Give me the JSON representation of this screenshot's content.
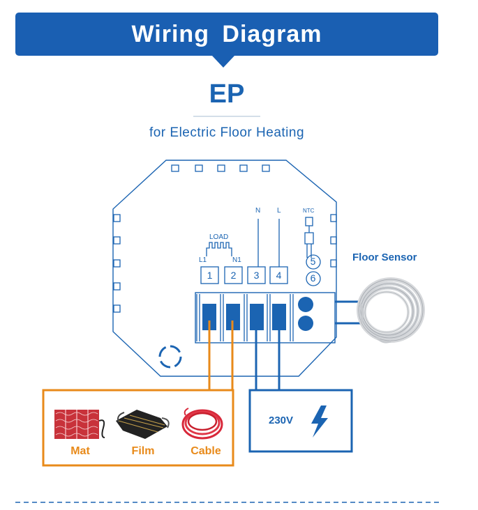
{
  "header": {
    "title": "Wiring Diagram"
  },
  "model": {
    "name": "EP",
    "subtitle": "for Electric Floor Heating"
  },
  "terminals": {
    "load_label": "LOAD",
    "l1": "L1",
    "n1": "N1",
    "n": "N",
    "l": "L",
    "ntc": "NTC",
    "numbers": [
      "1",
      "2",
      "3",
      "4",
      "5",
      "6"
    ]
  },
  "sensor": {
    "label": "Floor Sensor"
  },
  "power": {
    "voltage": "230V"
  },
  "loads": {
    "items": [
      "Mat",
      "Film",
      "Cable"
    ]
  },
  "colors": {
    "blue": "#1b64b2",
    "banner": "#1a5fb2",
    "orange": "#e88a1a",
    "mat_red": "#c8323a",
    "cable_red": "#d8283a"
  }
}
